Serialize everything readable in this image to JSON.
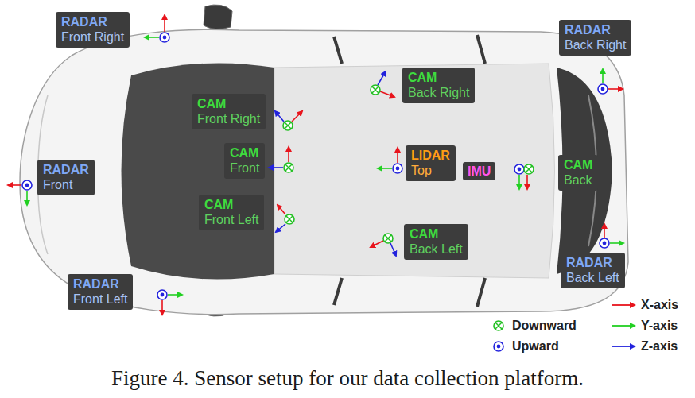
{
  "diagram": {
    "caption": "Figure 4. Sensor setup for our data collection platform.",
    "nodes": [
      {
        "text": [
          "RADAR",
          "Front Right"
        ]
      },
      {
        "text": [
          "RADAR",
          "Back Right"
        ]
      },
      {
        "text": [
          "CAM",
          "Back Right"
        ]
      },
      {
        "text": [
          "CAM",
          "Front Right"
        ]
      },
      {
        "text": [
          "CAM",
          "Front"
        ]
      },
      {
        "text": [
          "LIDAR",
          "Top"
        ]
      },
      {
        "text": [
          "IMU"
        ]
      },
      {
        "text": [
          "CAM",
          "Back"
        ]
      },
      {
        "text": [
          "RADAR",
          "Front"
        ]
      },
      {
        "text": [
          "CAM",
          "Front Left"
        ]
      },
      {
        "text": [
          "CAM",
          "Back Left"
        ]
      },
      {
        "text": [
          "RADAR",
          "Back Left"
        ]
      },
      {
        "text": [
          "RADAR",
          "Front Left"
        ]
      }
    ],
    "legend": [
      {
        "text": "X-axis"
      },
      {
        "text": "Y-axis"
      },
      {
        "text": "Z-axis"
      },
      {
        "text": "Downward"
      },
      {
        "text": "Upward"
      }
    ]
  }
}
